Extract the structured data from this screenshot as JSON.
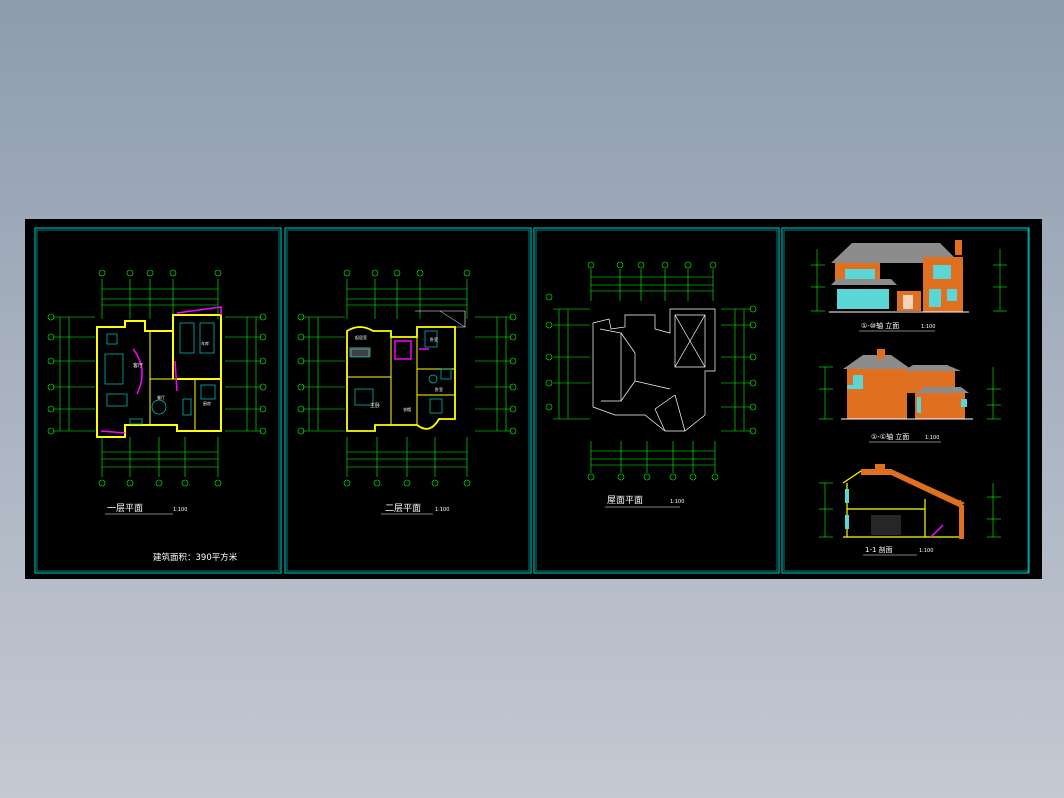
{
  "drawing": {
    "sheet_titles": {
      "ground_floor_plan": "一层平面",
      "second_floor_plan": "二层平面",
      "roof_plan": "屋面平面",
      "elevation_front": "①-⑩轴 立面",
      "elevation_side": "①-①轴 立面",
      "section": "1-1 剖面"
    },
    "scale": "1:100",
    "area_note": "建筑面积：390平方米"
  },
  "colors": {
    "frame_cyan": "#00cccc",
    "dimension_green": "#00ff00",
    "wall_yellow": "#ffff00",
    "accent_magenta": "#ff00ff",
    "facade_orange": "#e07020",
    "roof_gray": "#8c8c8c"
  }
}
